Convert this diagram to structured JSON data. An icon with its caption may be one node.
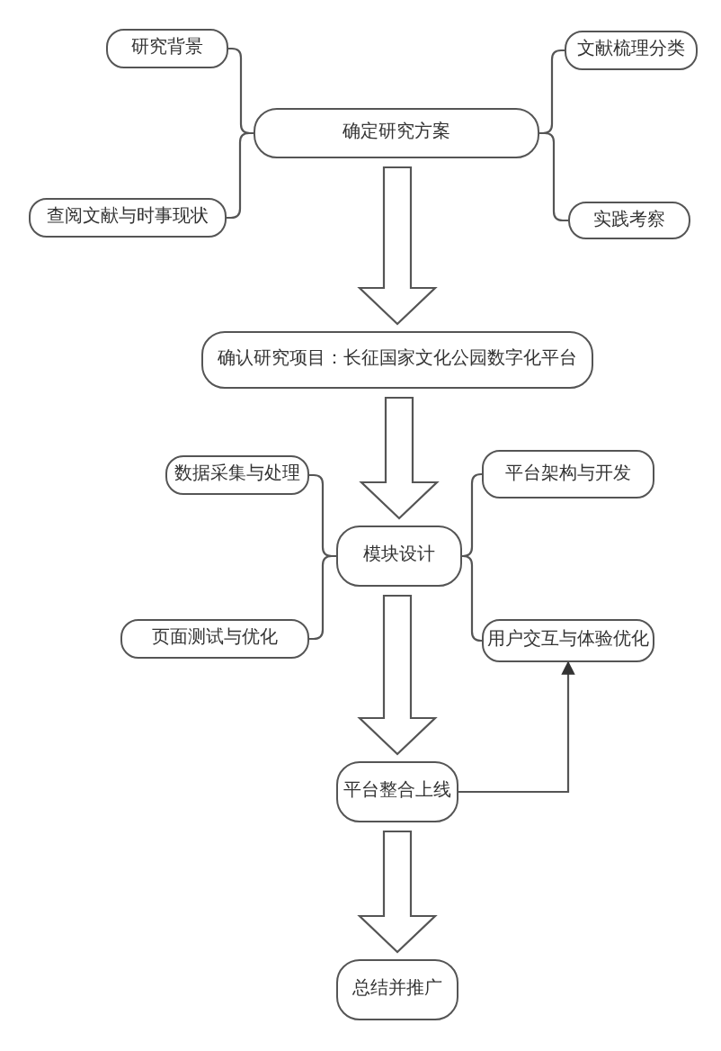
{
  "diagram": {
    "nodes": [
      {
        "text": [
          "研究背景"
        ]
      },
      {
        "text": [
          "文献梳理分类"
        ]
      },
      {
        "text": [
          "确定研究方案"
        ]
      },
      {
        "text": [
          "查阅文献与时事现状"
        ]
      },
      {
        "text": [
          "实践考察"
        ]
      },
      {
        "text": [
          "确认研究项目：长征国家文化公园数字化平台"
        ]
      },
      {
        "text": [
          "数据采集与处理"
        ]
      },
      {
        "text": [
          "平台架构与开发"
        ]
      },
      {
        "text": [
          "模块设计"
        ]
      },
      {
        "text": [
          "页面测试与优化"
        ]
      },
      {
        "text": [
          "用户交互与体验优化"
        ]
      },
      {
        "text": [
          "平台整合上线"
        ]
      },
      {
        "text": [
          "总结并推广"
        ]
      }
    ],
    "edges": [
      {
        "from": 2,
        "to": 0,
        "arrow": "none"
      },
      {
        "from": 2,
        "to": 1,
        "arrow": "none"
      },
      {
        "from": 2,
        "to": 3,
        "arrow": "none"
      },
      {
        "from": 2,
        "to": 4,
        "arrow": "none"
      },
      {
        "from": 2,
        "to": 5,
        "arrow": "to",
        "style": "thick"
      },
      {
        "from": 5,
        "to": 8,
        "arrow": "to",
        "style": "thick"
      },
      {
        "from": 8,
        "to": 6,
        "arrow": "none"
      },
      {
        "from": 8,
        "to": 7,
        "arrow": "none"
      },
      {
        "from": 8,
        "to": 9,
        "arrow": "none"
      },
      {
        "from": 8,
        "to": 10,
        "arrow": "none"
      },
      {
        "from": 8,
        "to": 11,
        "arrow": "to",
        "style": "thick"
      },
      {
        "from": 11,
        "to": 10,
        "arrow": "to"
      },
      {
        "from": 11,
        "to": 12,
        "arrow": "to",
        "style": "thick"
      }
    ]
  }
}
